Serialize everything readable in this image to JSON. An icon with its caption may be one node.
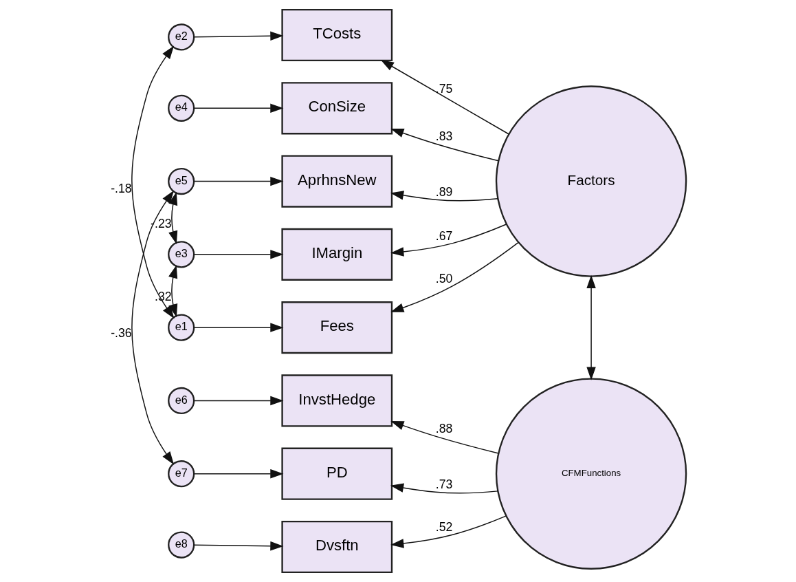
{
  "diagram": {
    "nodes": [
      {
        "text": [
          "e2"
        ]
      },
      {
        "text": [
          "TCosts"
        ]
      },
      {
        "text": [
          "e4"
        ]
      },
      {
        "text": [
          "ConSize"
        ]
      },
      {
        "text": [
          "e5"
        ]
      },
      {
        "text": [
          "AprhnsNew"
        ]
      },
      {
        "text": [
          "Factors"
        ]
      },
      {
        "text": [
          "e3"
        ]
      },
      {
        "text": [
          "IMargin"
        ]
      },
      {
        "text": [
          "e1"
        ]
      },
      {
        "text": [
          "Fees"
        ]
      },
      {
        "text": [
          "e6"
        ]
      },
      {
        "text": [
          "InvstHedge"
        ]
      },
      {
        "text": [
          "CFMFunctions"
        ]
      },
      {
        "text": [
          "e7"
        ]
      },
      {
        "text": [
          "PD"
        ]
      },
      {
        "text": [
          "e8"
        ]
      },
      {
        "text": [
          "Dvsftn"
        ]
      }
    ],
    "edges": [
      {
        "from": 0,
        "to": 1,
        "arrow": "to"
      },
      {
        "from": 2,
        "to": 3,
        "arrow": "to"
      },
      {
        "from": 4,
        "to": 5,
        "arrow": "to"
      },
      {
        "from": 7,
        "to": 8,
        "arrow": "to"
      },
      {
        "from": 9,
        "to": 10,
        "arrow": "to"
      },
      {
        "from": 11,
        "to": 12,
        "arrow": "to"
      },
      {
        "from": 14,
        "to": 15,
        "arrow": "to"
      },
      {
        "from": 16,
        "to": 17,
        "arrow": "to"
      },
      {
        "from": 6,
        "to": 1,
        "arrow": "to",
        "label": ".75"
      },
      {
        "from": 6,
        "to": 3,
        "arrow": "to",
        "label": ".83"
      },
      {
        "from": 6,
        "to": 5,
        "arrow": "to",
        "label": ".89"
      },
      {
        "from": 6,
        "to": 8,
        "arrow": "to",
        "label": ".67"
      },
      {
        "from": 6,
        "to": 10,
        "arrow": "to",
        "label": ".50"
      },
      {
        "from": 13,
        "to": 12,
        "arrow": "to",
        "label": ".88"
      },
      {
        "from": 13,
        "to": 15,
        "arrow": "to",
        "label": ".73"
      },
      {
        "from": 13,
        "to": 17,
        "arrow": "to",
        "label": ".52"
      },
      {
        "from": 0,
        "to": 9,
        "arrow": "both",
        "label": "-.18"
      },
      {
        "from": 4,
        "to": 7,
        "arrow": "both",
        "label": "-.23"
      },
      {
        "from": 7,
        "to": 9,
        "arrow": "both",
        "label": ".32"
      },
      {
        "from": 4,
        "to": 14,
        "arrow": "both",
        "label": "-.36"
      },
      {
        "from": 6,
        "to": 13,
        "arrow": "both"
      }
    ]
  }
}
